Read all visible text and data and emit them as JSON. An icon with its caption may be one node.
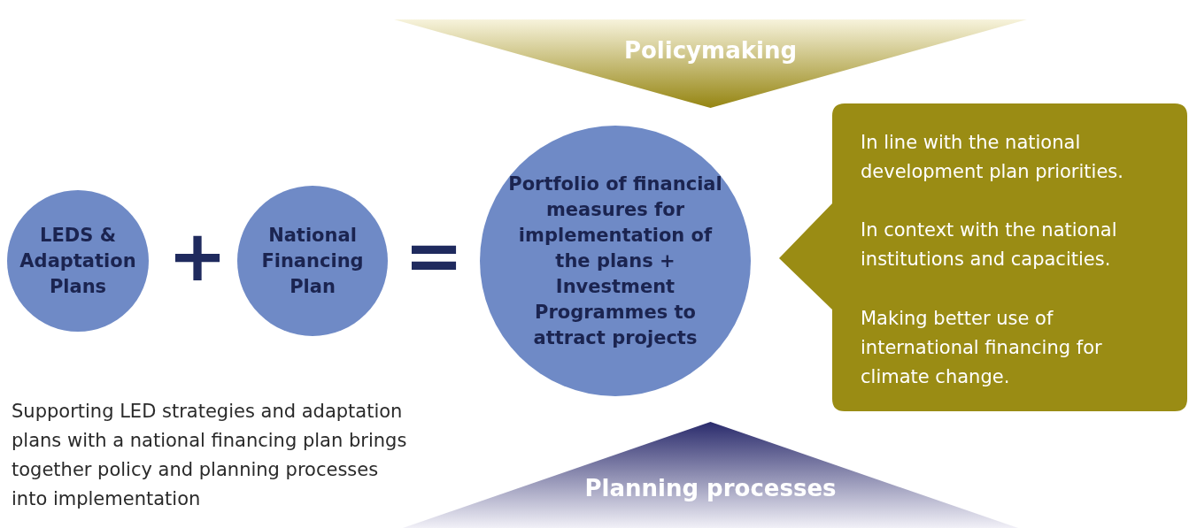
{
  "diagram": {
    "nodes": [
      {
        "text": [
          "Policymaking"
        ]
      },
      {
        "text": [
          "LEDS & Adaptation Plans"
        ]
      },
      {
        "text": [
          "National Financing Plan"
        ]
      },
      {
        "text": [
          "Portfolio of financial measures for implementation of the plans + Investment Programmes to attract projects"
        ]
      },
      {
        "text": [
          "In line with the national development plan priorities.",
          "In context with the national institutions and capacities.",
          "Making better use of international financing for climate change."
        ]
      },
      {
        "text": [
          "Planning processes"
        ]
      }
    ],
    "edges": [],
    "labels": [
      "+",
      "=",
      "Supporting LED strategies and adaptation plans with a national financing plan brings together policy and planning processes into implementation"
    ]
  }
}
